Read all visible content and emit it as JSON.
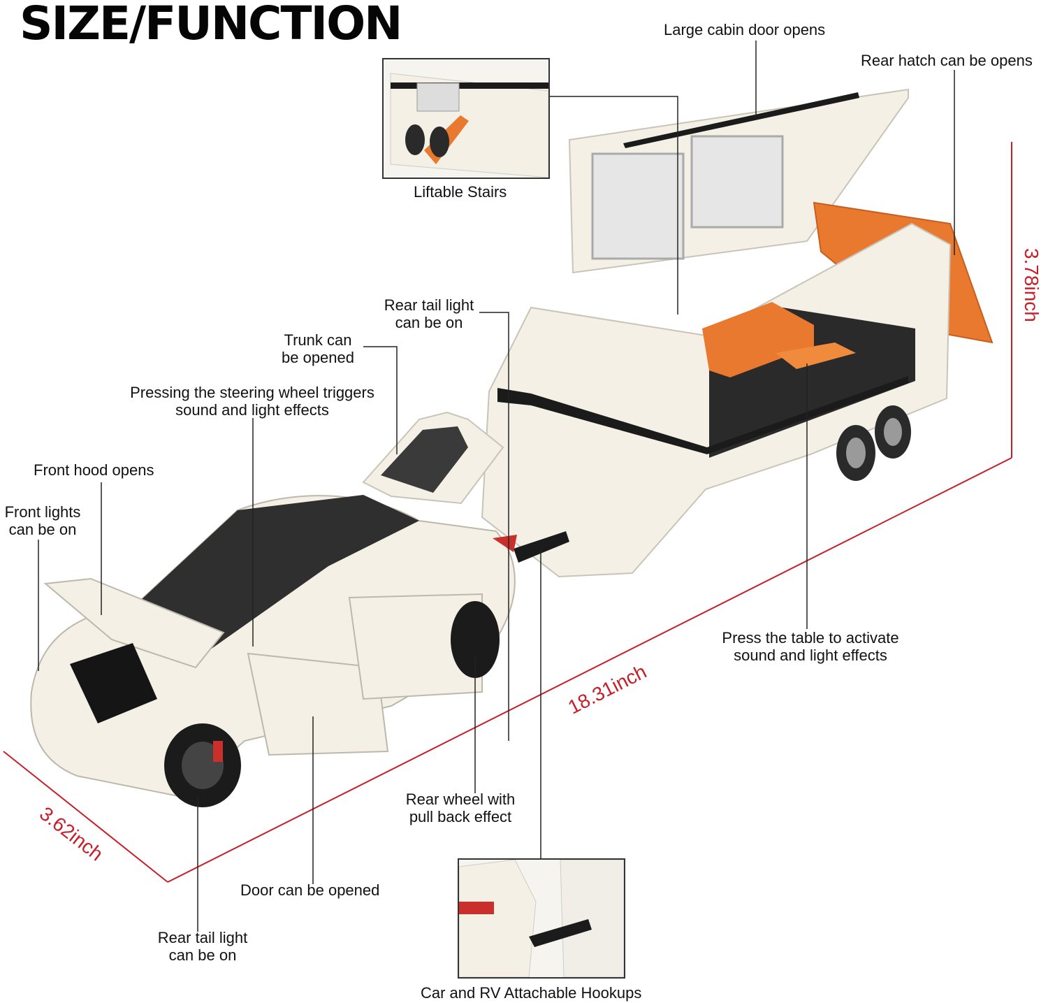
{
  "title": "SIZE/FUNCTION",
  "labels": {
    "cabin_door": "Large cabin door opens",
    "rear_hatch": "Rear hatch can be opens",
    "stairs": "Liftable Stairs",
    "tail_light_top_1": "Rear tail light",
    "tail_light_top_2": "can be on",
    "trunk_1": "Trunk can",
    "trunk_2": "be opened",
    "steering_1": "Pressing the steering wheel triggers",
    "steering_2": "sound and light effects",
    "hood": "Front hood opens",
    "front_lights_1": "Front lights",
    "front_lights_2": "can be on",
    "table_1": "Press the table to activate",
    "table_2": "sound and light effects",
    "pullback_1": "Rear wheel with",
    "pullback_2": "pull back effect",
    "door": "Door can be opened",
    "tail_light_bottom_1": "Rear tail light",
    "tail_light_bottom_2": "can be on",
    "hookups": "Car and RV Attachable Hookups"
  },
  "dimensions": {
    "length": "18.31inch",
    "width": "3.62inch",
    "height": "3.78inch"
  },
  "colors": {
    "dimension": "#c61f2a",
    "body_white": "#f4f0e6",
    "accent_orange": "#e8792f",
    "stripe_black": "#1b1b1b"
  }
}
